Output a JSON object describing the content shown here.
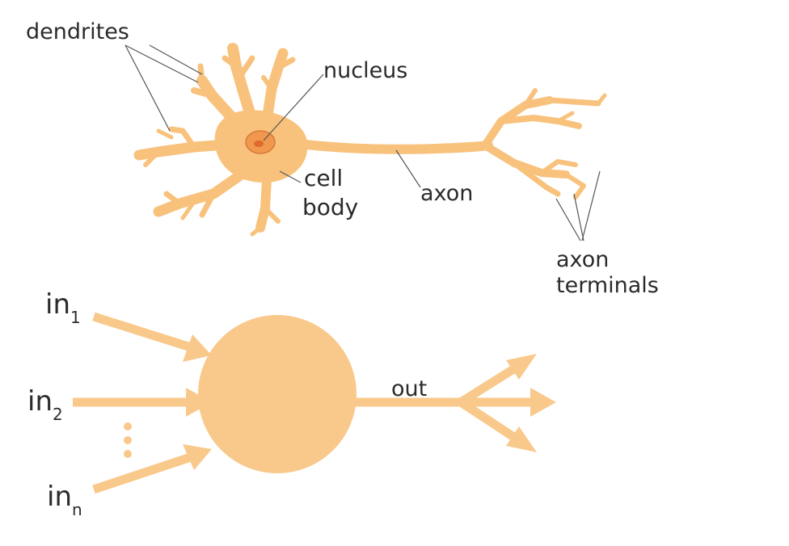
{
  "neuron_labels": {
    "dendrites": "dendrites",
    "nucleus": "nucleus",
    "cell_body_line1": "cell",
    "cell_body_line2": "body",
    "axon": "axon",
    "axon_terminals_line1": "axon",
    "axon_terminals_line2": "terminals"
  },
  "model_labels": {
    "input_prefix": "in",
    "input_1_sub": "1",
    "input_2_sub": "2",
    "input_n_sub": "n",
    "output": "out"
  },
  "colors": {
    "cell": "#f8c27d",
    "cell_outline": "#e8a85e",
    "nucleus": "#f0984e",
    "nucleolus": "#e06a2a",
    "model": "#f9c98b",
    "text": "#2b2b2b",
    "leader_line": "#555555"
  }
}
